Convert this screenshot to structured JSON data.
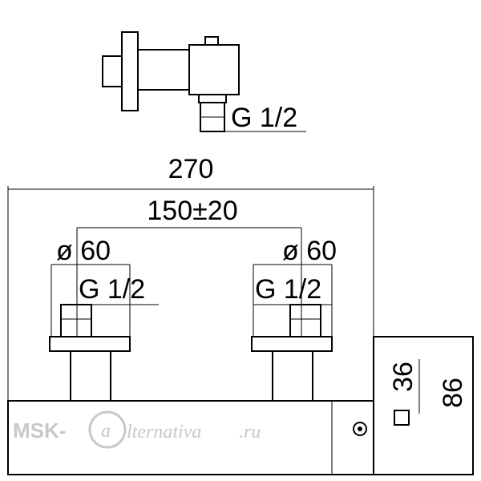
{
  "dimensions": {
    "overall_width": "270",
    "center_distance": "150±20",
    "diameter_left": "ø 60",
    "diameter_right": "ø 60",
    "thread_top": "G 1/2",
    "thread_left": "G 1/2",
    "thread_right": "G 1/2",
    "body_height": "36",
    "overall_height": "86"
  },
  "watermark": {
    "prefix": "MSK-",
    "at_symbol": "a",
    "rest": "lternativa",
    "suffix": ".ru"
  }
}
